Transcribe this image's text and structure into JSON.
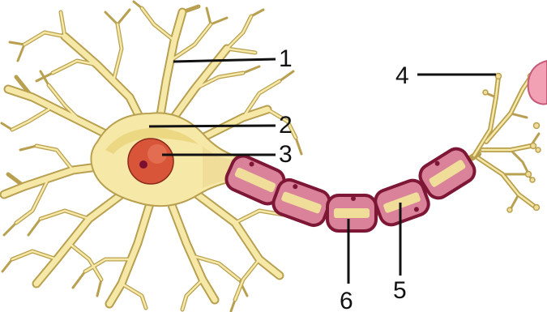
{
  "colors": {
    "neuron_fill": "#f6e9a8",
    "neuron_outline": "#b8a050",
    "neuron_shade": "#e8cf72",
    "nucleus": "#d8553a",
    "nucleolus": "#7a1030",
    "myelin": "#d9829a",
    "myelin_outline": "#7e1636",
    "axon_core": "#f1dd9a",
    "cell_body_target": "#f2a0b4",
    "leader": "#111111"
  },
  "labels": [
    {
      "id": "1",
      "text": "1"
    },
    {
      "id": "2",
      "text": "2"
    },
    {
      "id": "3",
      "text": "3"
    },
    {
      "id": "4",
      "text": "4"
    },
    {
      "id": "5",
      "text": "5"
    },
    {
      "id": "6",
      "text": "6"
    }
  ]
}
